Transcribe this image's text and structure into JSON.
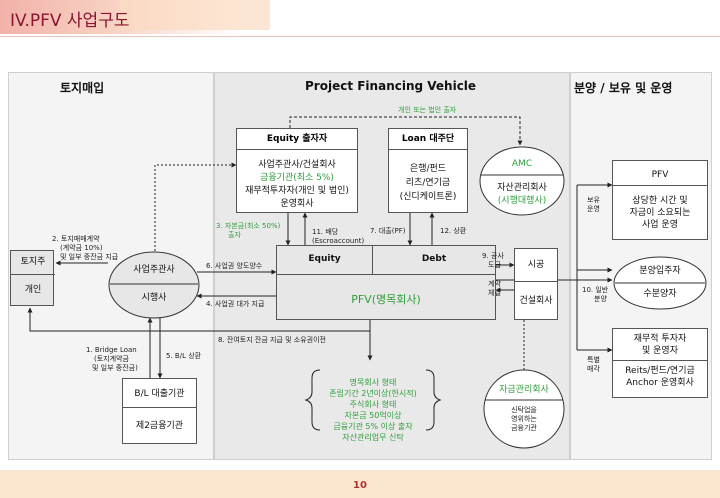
{
  "header": {
    "title": "IV.PFV 사업구도"
  },
  "sections": {
    "land": "토지매입",
    "pfv": "Project Financing Vehicle",
    "ops": "분양 / 보유 및 운영"
  },
  "entities": {
    "landowner_top": "토지주",
    "landowner_bottom": "개인",
    "developer_top": "사업주관사",
    "developer_bottom": "시행사",
    "bl_top": "B/L 대출기관",
    "bl_bottom": "제2금융기관",
    "equity_head": "Equity 출자자",
    "equity_line1": "사업주관사/건설회사",
    "equity_line2": "금융기관(최소 5%)",
    "equity_line3": "재무적투자자(개인 및 법인)",
    "equity_line4": "운영회사",
    "loan_head": "Loan 대주단",
    "loan_line1": "은행/펀드",
    "loan_line2": "리츠/연기금",
    "loan_line3": "(신디케이트론)",
    "amc_top": "AMC",
    "amc_line1": "자산관리회사",
    "amc_line2": "(시행대행사)",
    "pfv_equity": "Equity",
    "pfv_debt": "Debt",
    "pfv_name": "PFV(명목회사)",
    "con_top": "시공",
    "con_bottom": "건설회사",
    "custody_top": "자금관리회사",
    "custody_line1": "신탁업을",
    "custody_line2": "영위하는",
    "custody_line3": "금융기관",
    "pfv_line1": "명목회사 형태",
    "pfv_line2": "존립기간 2년이상(한시적)",
    "pfv_line3": "주식회사 형태",
    "pfv_line4": "자본금 50억이상",
    "pfv_line5": "금융기관 5% 이상 출자",
    "pfv_line6": "자산관리업무 신탁",
    "pf_top": "PFV",
    "pf_line1": "상당한 시간 및",
    "pf_line2": "자금이 소요되는",
    "pf_line3": "사업 운영",
    "buyer_top": "분양입주자",
    "buyer_bottom": "수분양자",
    "inv_line1": "재무적 투자자",
    "inv_line2": "및 운영자",
    "inv_line3": "Reits/펀드/연기금",
    "inv_line4": "Anchor 운영회사"
  },
  "flows": {
    "f_amc": "개인 또는 법인 출자",
    "f2_1": "2. 토지매매계약",
    "f2_2": "(계약금 10%)",
    "f2_3": "및 일부 중잔금 지급",
    "f3_1": "3. 자본금(최소 50%)",
    "f3_2": "출자",
    "f11_1": "11. 배당",
    "f11_2": "(Escroaccount)",
    "f7": "7. 대출(PF)",
    "f12": "12. 상환",
    "f6": "6. 사업권 양도양수",
    "f4": "4. 사업권 대가 지급",
    "f8": "8. 잔여토지 잔금 지급 및 소유권이전",
    "f1_1": "1. Bridge Loan",
    "f1_2": "(토지계약금",
    "f1_3": "및 일부 중잔금)",
    "f5": "5. B/L 상환",
    "f9_1": "9. 공사",
    "f9_2": "도급",
    "fc_1": "계약",
    "fc_2": "체결",
    "fh_1": "보유",
    "fh_2": "운영",
    "f10_1": "10. 일반",
    "f10_2": "분양",
    "fs_1": "특별",
    "fs_2": "매각"
  },
  "footer": {
    "page": "10"
  },
  "colors": {
    "accent_red": "#8a1530",
    "green": "#2e9e3a",
    "header_pink": "#f2b9b0",
    "header_peach": "#fbdcc0"
  }
}
